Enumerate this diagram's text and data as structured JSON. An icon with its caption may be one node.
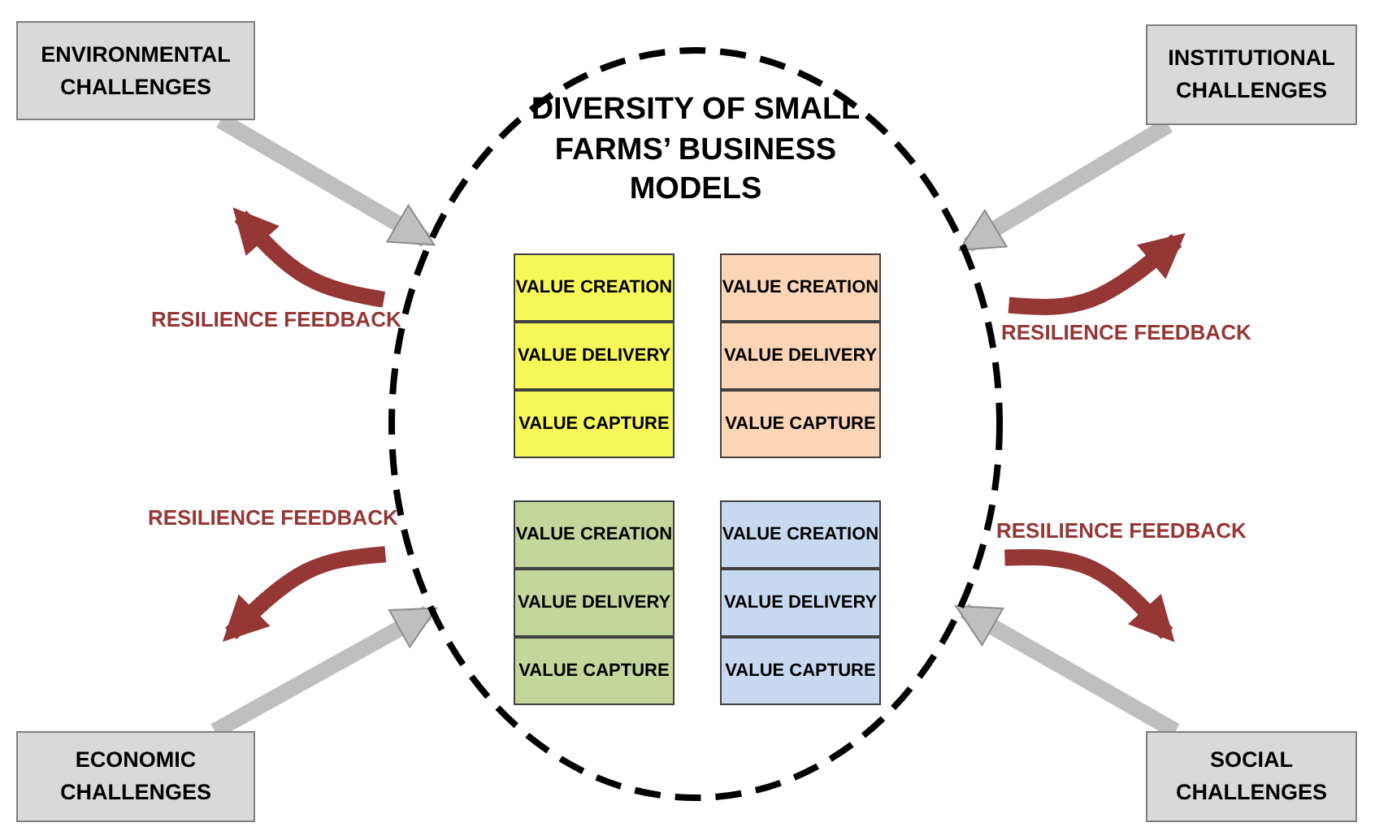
{
  "diagram": {
    "nodes": [
      {
        "text": [
          "DIVERSITY OF SMALL FARMS’ BUSINESS MODELS"
        ]
      },
      {
        "text": [
          "VALUE CREATION"
        ],
        "in": 0
      },
      {
        "text": [
          "VALUE DELIVERY"
        ],
        "in": 0
      },
      {
        "text": [
          "VALUE CAPTURE"
        ],
        "in": 0
      },
      {
        "text": [
          "VALUE CREATION"
        ],
        "in": 0
      },
      {
        "text": [
          "VALUE DELIVERY"
        ],
        "in": 0
      },
      {
        "text": [
          "VALUE CAPTURE"
        ],
        "in": 0
      },
      {
        "text": [
          "VALUE CREATION"
        ],
        "in": 0
      },
      {
        "text": [
          "VALUE DELIVERY"
        ],
        "in": 0
      },
      {
        "text": [
          "VALUE CAPTURE"
        ],
        "in": 0
      },
      {
        "text": [
          "VALUE CREATION"
        ],
        "in": 0
      },
      {
        "text": [
          "VALUE DELIVERY"
        ],
        "in": 0
      },
      {
        "text": [
          "VALUE CAPTURE"
        ],
        "in": 0
      },
      {
        "text": [
          "ENVIRONMENTAL CHALLENGES"
        ]
      },
      {
        "text": [
          "INSTITUTIONAL CHALLENGES"
        ]
      },
      {
        "text": [
          "ECONOMIC CHALLENGES"
        ]
      },
      {
        "text": [
          "SOCIAL CHALLENGES"
        ]
      }
    ],
    "edges": [
      {
        "from": 13,
        "to": 0,
        "arrow": "to"
      },
      {
        "from": 14,
        "to": 0,
        "arrow": "to"
      },
      {
        "from": 15,
        "to": 0,
        "arrow": "to"
      },
      {
        "from": 16,
        "to": 0,
        "arrow": "to"
      },
      {
        "from": 0,
        "to": null,
        "arrow": "to",
        "label": "RESILIENCE FEEDBACK",
        "color": "#953735"
      },
      {
        "from": 0,
        "to": null,
        "arrow": "to",
        "label": "RESILIENCE FEEDBACK",
        "color": "#953735"
      },
      {
        "from": 0,
        "to": null,
        "arrow": "to",
        "label": "RESILIENCE FEEDBACK",
        "color": "#953735"
      },
      {
        "from": 0,
        "to": null,
        "arrow": "to",
        "label": "RESILIENCE FEEDBACK",
        "color": "#953735"
      }
    ]
  }
}
